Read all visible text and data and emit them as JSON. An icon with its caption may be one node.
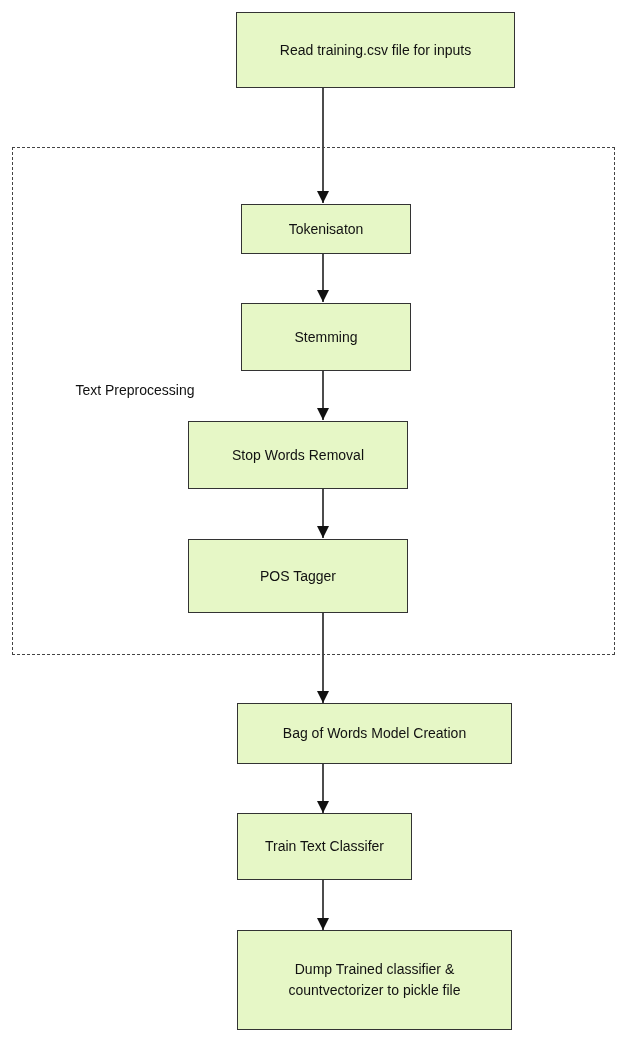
{
  "diagram": {
    "nodes": [
      {
        "text": [
          "Read training.csv file for inputs"
        ]
      },
      {
        "text": [
          "Text Preprocessing"
        ]
      },
      {
        "text": [
          "Tokenisaton"
        ],
        "in": 1
      },
      {
        "text": [
          "Stemming"
        ],
        "in": 1
      },
      {
        "text": [
          "Stop Words Removal"
        ],
        "in": 1
      },
      {
        "text": [
          "POS Tagger"
        ],
        "in": 1
      },
      {
        "text": [
          "Bag of Words Model Creation"
        ]
      },
      {
        "text": [
          "Train Text Classifer"
        ]
      },
      {
        "text": [
          "Dump Trained classifier & countvectorizer to pickle file"
        ]
      }
    ],
    "edges": [
      {
        "from": 0,
        "to": 2,
        "arrow": "to"
      },
      {
        "from": 2,
        "to": 3,
        "arrow": "to"
      },
      {
        "from": 3,
        "to": 4,
        "arrow": "to"
      },
      {
        "from": 4,
        "to": 5,
        "arrow": "to"
      },
      {
        "from": 5,
        "to": 6,
        "arrow": "to"
      },
      {
        "from": 6,
        "to": 7,
        "arrow": "to"
      },
      {
        "from": 7,
        "to": 8,
        "arrow": "to"
      }
    ]
  }
}
